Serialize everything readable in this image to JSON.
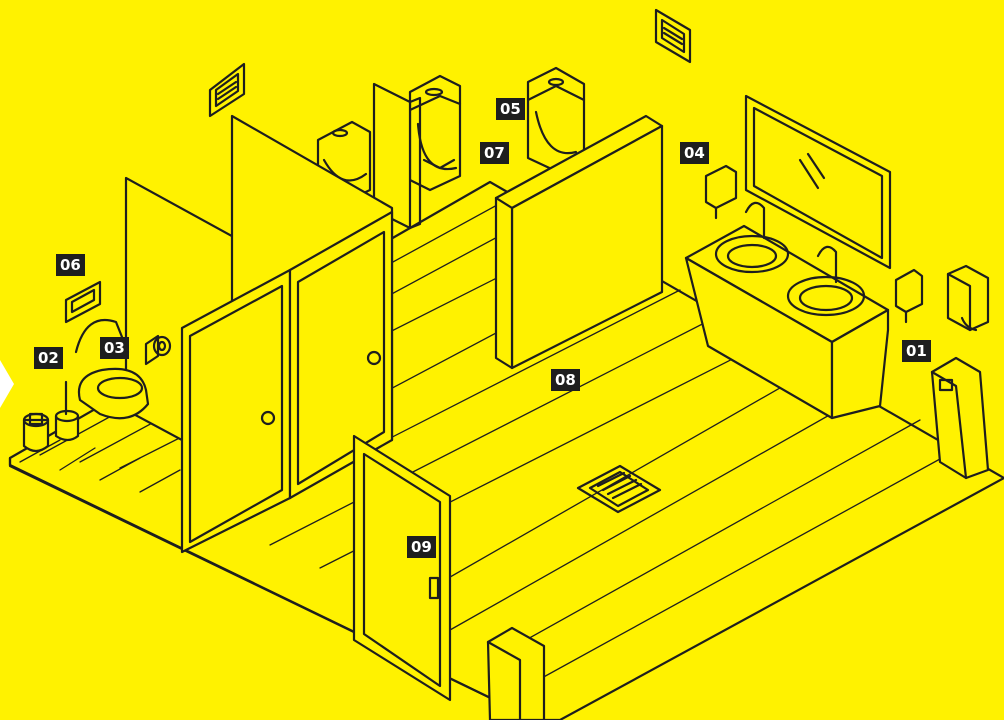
{
  "colors": {
    "background": "#fff200",
    "line": "#1e1e1e",
    "tag_bg": "#1e1e1e",
    "tag_text": "#ffffff"
  },
  "labels": {
    "item_01": "01",
    "item_02": "02",
    "item_03": "03",
    "item_04": "04",
    "item_05": "05",
    "item_06": "06",
    "item_07": "07",
    "item_08": "08",
    "item_09": "09"
  }
}
